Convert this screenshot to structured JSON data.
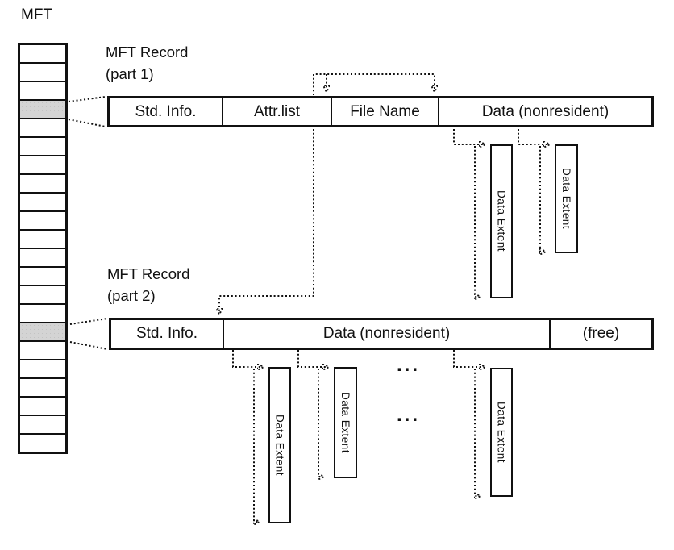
{
  "colors": {
    "line": "#111111",
    "highlight_fill": "#d4d4d4",
    "box_fill": "#ffffff",
    "background": "#ffffff"
  },
  "mft_table": {
    "label": "MFT",
    "cell_count": 22,
    "highlighted_cells": [
      3,
      15
    ]
  },
  "records": [
    {
      "id": "part1",
      "title_line1": "MFT Record",
      "title_line2": "(part 1)",
      "cells": [
        "Std. Info.",
        "Attr.list",
        "File Name",
        "Data (nonresident)"
      ]
    },
    {
      "id": "part2",
      "title_line1": "MFT Record",
      "title_line2": "(part 2)",
      "cells": [
        "Std. Info.",
        "Data (nonresident)",
        "(free)"
      ]
    }
  ],
  "extent_label": "Data Extent",
  "extent_count": 5,
  "ellipsis": "..."
}
